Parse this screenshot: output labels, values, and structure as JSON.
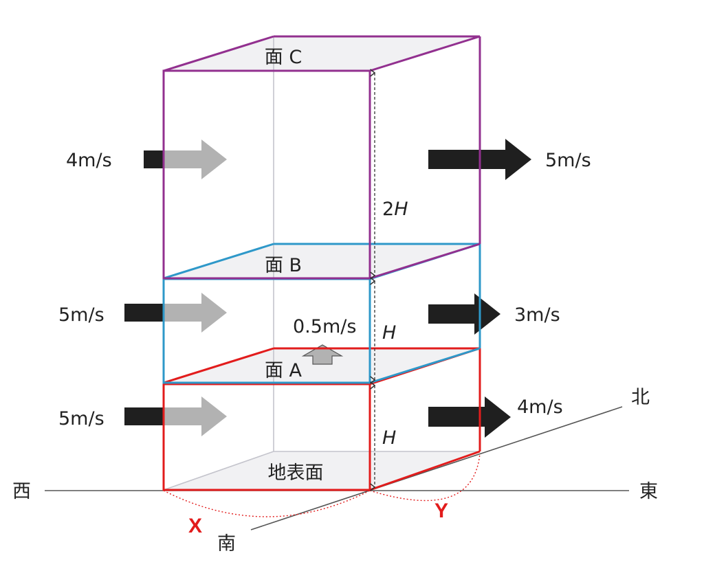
{
  "directions": {
    "west": "西",
    "east": "東",
    "north": "北",
    "south": "南"
  },
  "faces": {
    "c": "面 C",
    "b": "面 B",
    "a": "面 A",
    "ground": "地表面"
  },
  "dimensions": {
    "top_height": "2",
    "top_height_var": "H",
    "mid_height": "H",
    "bottom_height": "H"
  },
  "winds": {
    "top_in": "4m/s",
    "top_out": "5m/s",
    "mid_in": "5m/s",
    "mid_out": "3m/s",
    "bottom_in": "5m/s",
    "bottom_out": "4m/s",
    "vertical": "0.5m/s"
  },
  "widths": {
    "x": "X",
    "y": "Y"
  },
  "colors": {
    "top_box": "#92308f",
    "mid_box": "#2e98c9",
    "bottom_box": "#e21c1c",
    "width_label": "#e21c1c",
    "arrow_dark": "#1f1f1f",
    "arrow_light": "#b2b2b2",
    "face_fill": "#f1f1f3"
  }
}
